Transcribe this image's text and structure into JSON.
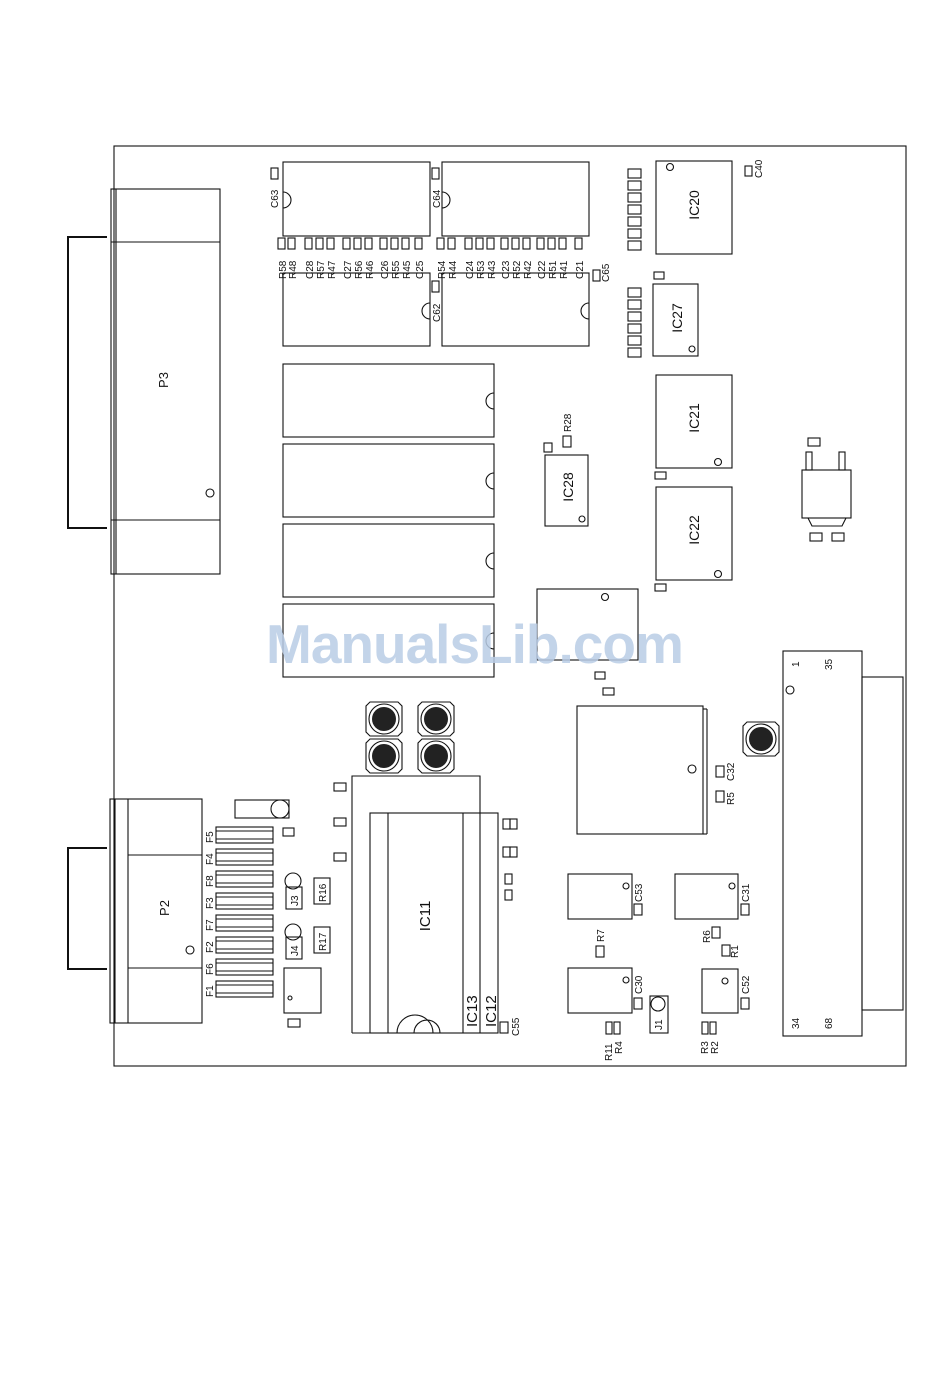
{
  "watermark": "ManualsLib.com",
  "components": {
    "p3": "P3",
    "p2": "P2",
    "ic20": "IC20",
    "ic27": "IC27",
    "ic21": "IC21",
    "ic22": "IC22",
    "ic28": "IC28",
    "ic11": "IC11",
    "ic13": "IC13",
    "ic12": "IC12",
    "c63": "C63",
    "c64": "C64",
    "c62": "C62",
    "c65": "C65",
    "c40": "C40",
    "r28": "R28",
    "c32": "C32",
    "r5": "R5",
    "c53": "C53",
    "c31": "C31",
    "r7": "R7",
    "r6": "R6",
    "r1": "R1",
    "c30": "C30",
    "c52": "C52",
    "j1": "J1",
    "r11": "R11",
    "r4": "R4",
    "r3": "R3",
    "r2": "R2",
    "c55": "C55",
    "j3": "J3",
    "j4": "J4",
    "r16": "R16",
    "r17": "R17"
  },
  "row_labels": [
    "R58",
    "R48",
    "C28",
    "R57",
    "R47",
    "C27",
    "R56",
    "R46",
    "C26",
    "R55",
    "R45",
    "C25",
    "R54",
    "R44",
    "C24",
    "R53",
    "R43",
    "C23",
    "R52",
    "R42",
    "C22",
    "R51",
    "R41",
    "C21"
  ],
  "fuse_labels": [
    "F5",
    "F4",
    "F8",
    "F3",
    "F7",
    "F2",
    "F6",
    "F1"
  ],
  "pin_labels": {
    "p1": "1",
    "p35": "35",
    "p34": "34",
    "p68": "68"
  }
}
